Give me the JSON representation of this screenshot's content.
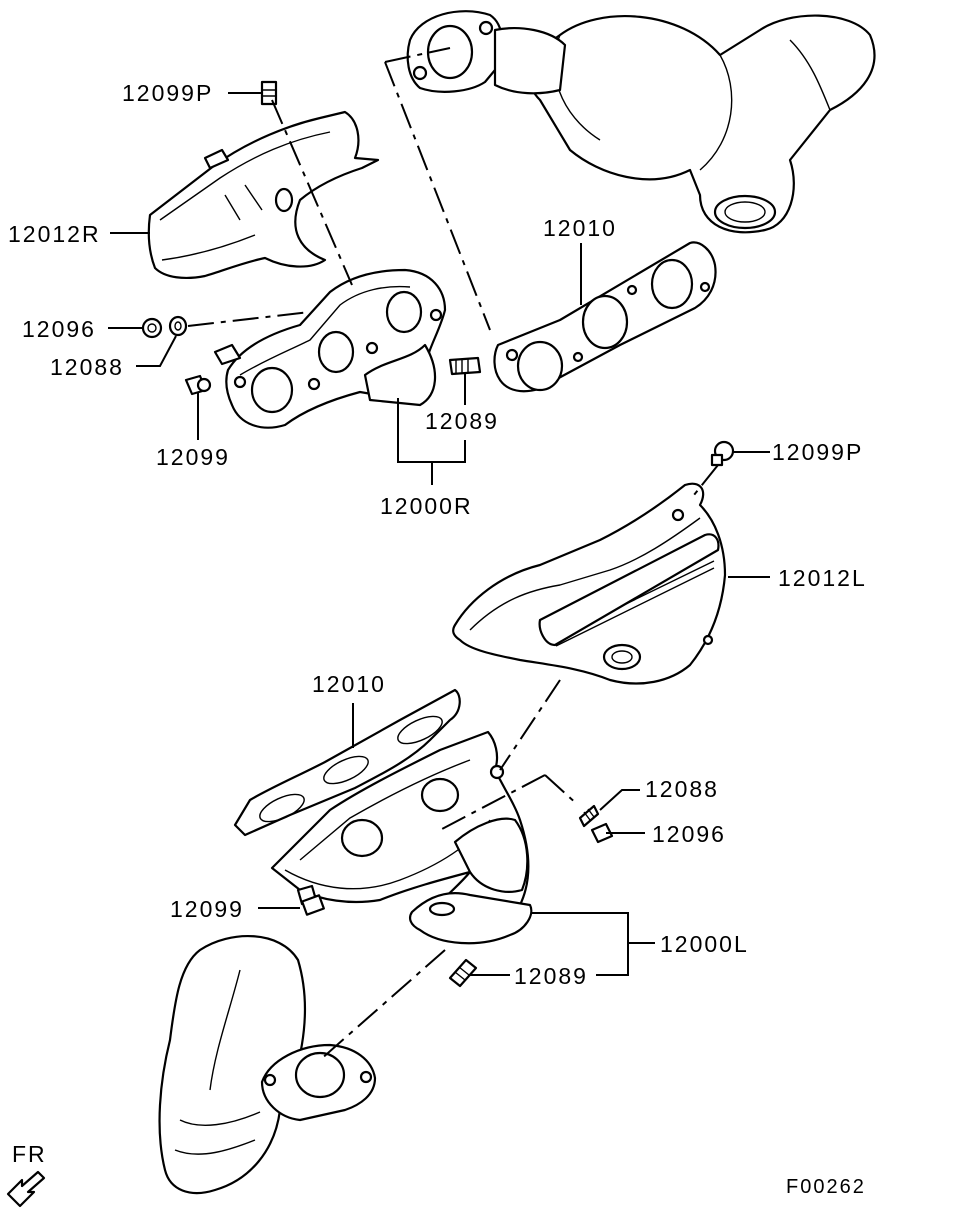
{
  "labels": {
    "r_bolt_p": "12099P",
    "r_insulator": "12012R",
    "r_nut": "12096",
    "r_washer": "12088",
    "r_bolt": "12099",
    "r_gasket": "12010",
    "r_stud": "12089",
    "r_manifold": "12000R",
    "l_bolt_p": "12099P",
    "l_insulator": "12012L",
    "l_gasket": "12010",
    "l_washer": "12088",
    "l_nut": "12096",
    "l_bolt": "12099",
    "l_manifold": "12000L",
    "l_stud": "12089"
  },
  "direction": {
    "text": "FR",
    "icon": "front-arrow-icon"
  },
  "figure_code": "F00262"
}
